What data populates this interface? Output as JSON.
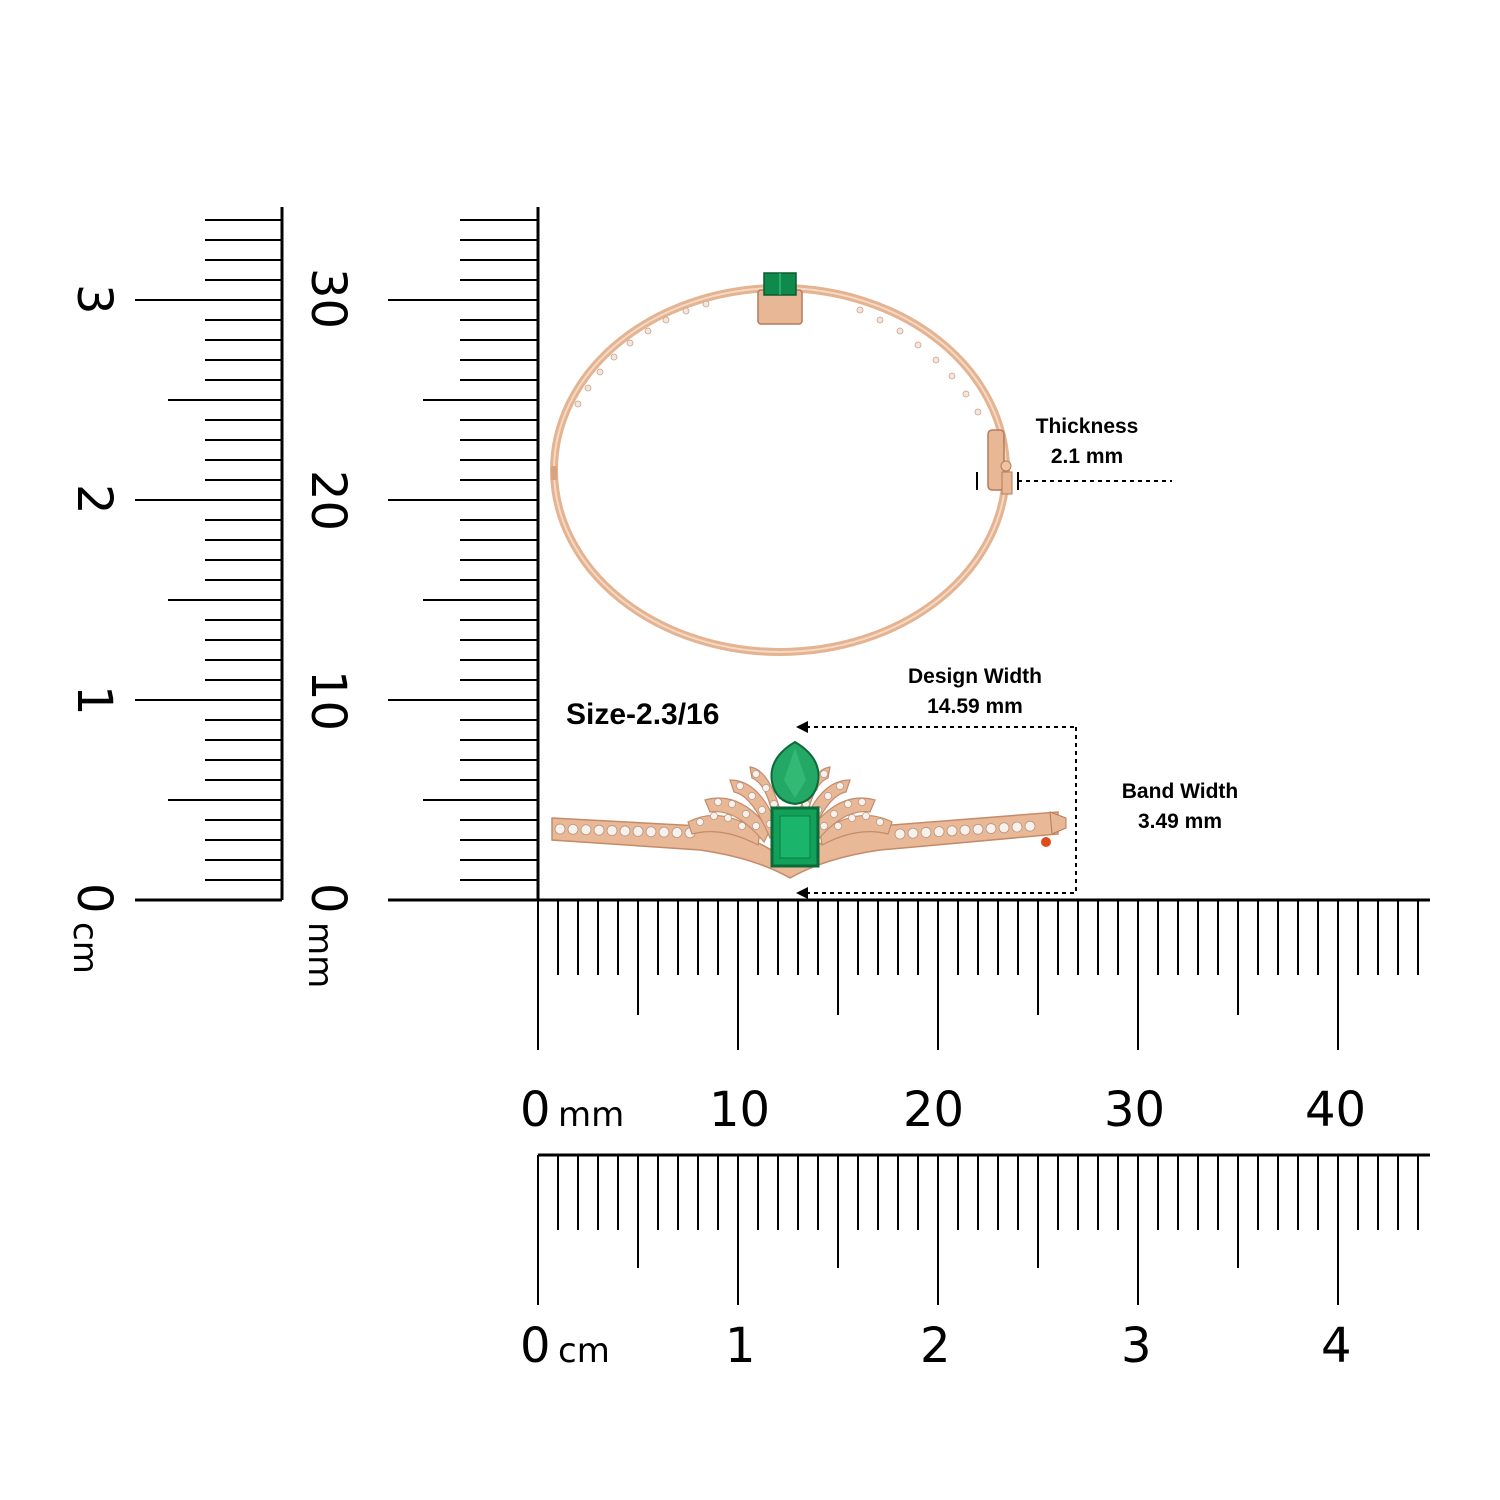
{
  "vertical_ruler_cm": {
    "labels": [
      "0",
      "1",
      "2",
      "3"
    ],
    "unit": "cm"
  },
  "vertical_ruler_mm": {
    "labels": [
      "0",
      "10",
      "20",
      "30"
    ],
    "unit": "mm"
  },
  "horizontal_ruler_mm": {
    "labels": [
      "0",
      "10",
      "20",
      "30",
      "40"
    ],
    "unit": "mm"
  },
  "horizontal_ruler_cm": {
    "labels": [
      "0",
      "1",
      "2",
      "3",
      "4"
    ],
    "unit": "cm"
  },
  "annotations": {
    "thickness_title": "Thickness",
    "thickness_value": "2.1 mm",
    "design_width_title": "Design Width",
    "design_width_value": "14.59 mm",
    "band_width_title": "Band Width",
    "band_width_value": "3.49 mm",
    "size": "Size-2.3/16"
  },
  "colors": {
    "rose_gold": "#e8b796",
    "rose_gold_dark": "#c98d6c",
    "emerald": "#12a159",
    "emerald_dark": "#0a6b3a",
    "diamond": "#f4eee9"
  }
}
